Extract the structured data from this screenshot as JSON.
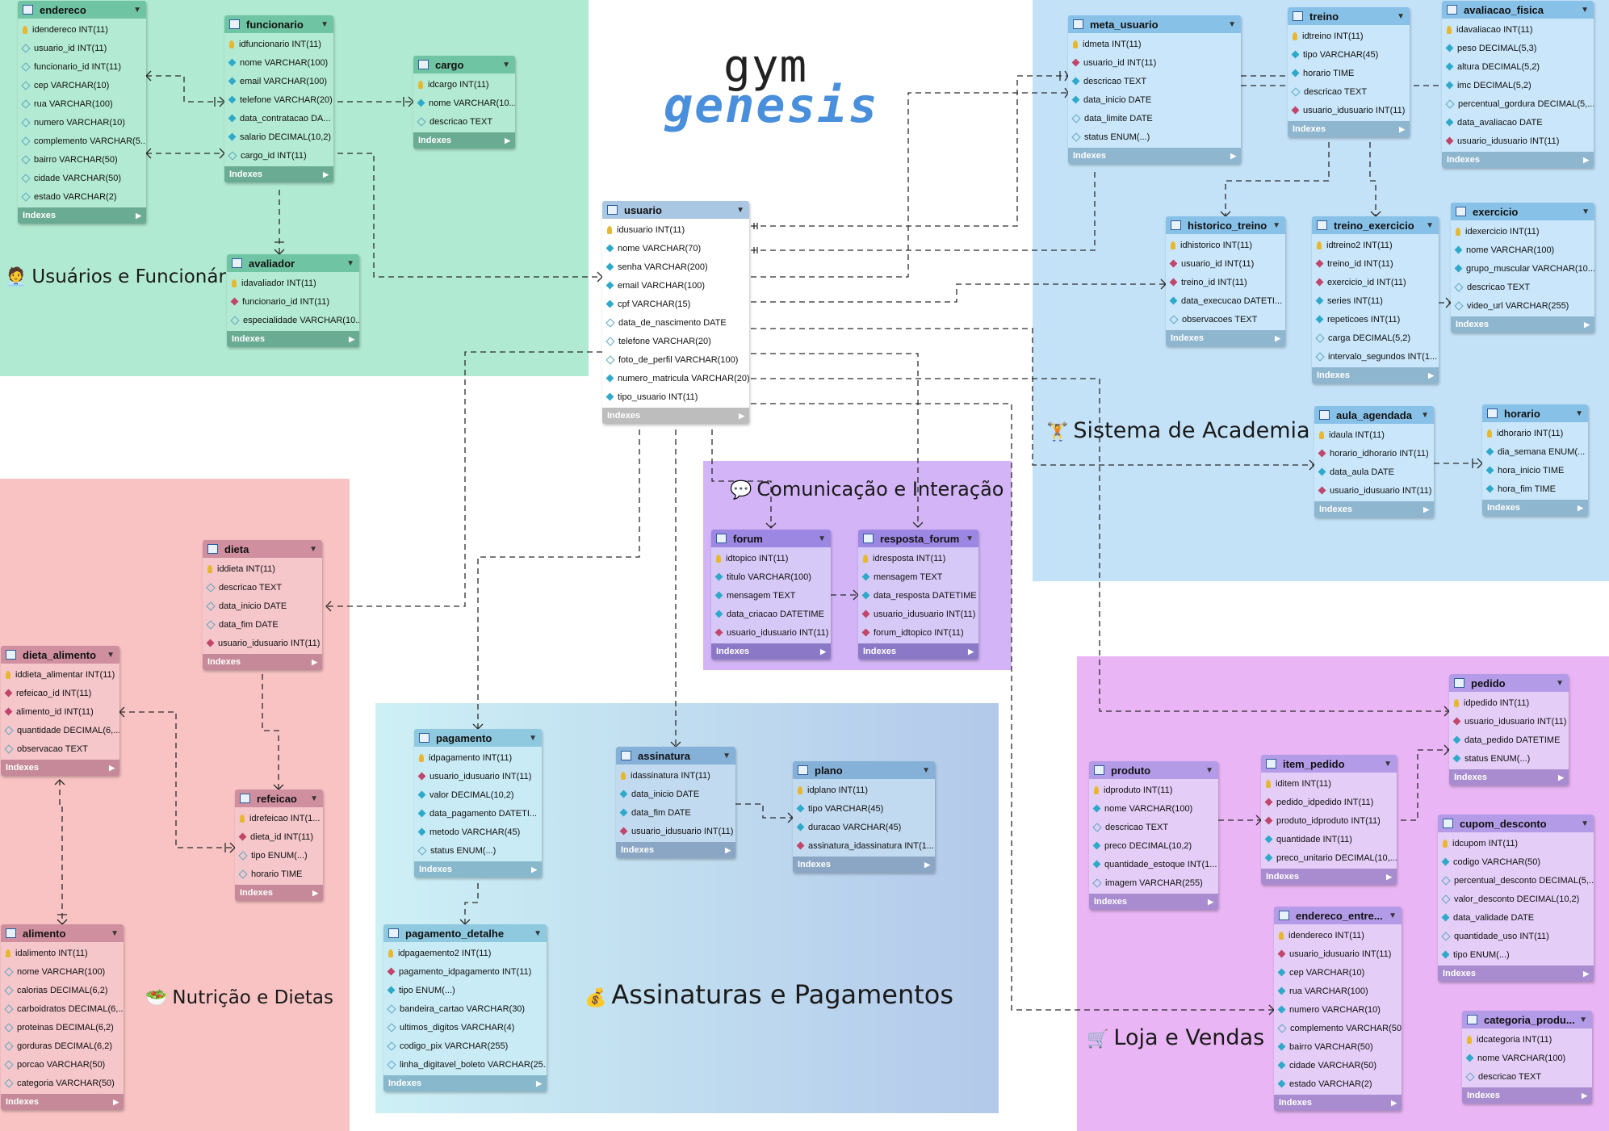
{
  "logo": {
    "line1": "gym",
    "line2": "genesis"
  },
  "regions": [
    {
      "id": "usuarios",
      "title": "Usuários e Funcionário",
      "icon": "person-icon",
      "emoji": "🧑‍💼",
      "color": "#b1ead2"
    },
    {
      "id": "academia",
      "title": "Sistema de Academia",
      "icon": "weightlifter-icon",
      "emoji": "🏋",
      "color": "#c3e2f8"
    },
    {
      "id": "comunicacao",
      "title": "Comunicação e Interação",
      "icon": "speech-bubble-icon",
      "emoji": "💬",
      "color": "#d2b4f7"
    },
    {
      "id": "nutricao",
      "title": "Nutrição e Dietas",
      "icon": "salad-icon",
      "emoji": "🥗",
      "color": "#f9c3c3"
    },
    {
      "id": "pagamentos",
      "title": "Assinaturas e Pagamentos",
      "icon": "money-bag-icon",
      "emoji": "💰",
      "color": "#c6e7f0"
    },
    {
      "id": "loja",
      "title": "Loja e Vendas",
      "icon": "shopping-cart-icon",
      "emoji": "🛒",
      "color": "#e9b5f5"
    }
  ],
  "indexes_label": "Indexes",
  "tables": [
    {
      "id": "endereco",
      "name": "endereco",
      "theme": "green",
      "columns": [
        {
          "k": "pk",
          "t": "idendereco INT(11)"
        },
        {
          "k": "col0",
          "t": "usuario_id INT(11)"
        },
        {
          "k": "col0",
          "t": "funcionario_id INT(11)"
        },
        {
          "k": "col0",
          "t": "cep VARCHAR(10)"
        },
        {
          "k": "col0",
          "t": "rua VARCHAR(100)"
        },
        {
          "k": "col0",
          "t": "numero VARCHAR(10)"
        },
        {
          "k": "col0",
          "t": "complemento VARCHAR(5..."
        },
        {
          "k": "col0",
          "t": "bairro VARCHAR(50)"
        },
        {
          "k": "col0",
          "t": "cidade VARCHAR(50)"
        },
        {
          "k": "col0",
          "t": "estado VARCHAR(2)"
        }
      ]
    },
    {
      "id": "funcionario",
      "name": "funcionario",
      "theme": "green",
      "columns": [
        {
          "k": "pk",
          "t": "idfuncionario INT(11)"
        },
        {
          "k": "nn",
          "t": "nome VARCHAR(100)"
        },
        {
          "k": "nn",
          "t": "email VARCHAR(100)"
        },
        {
          "k": "nn",
          "t": "telefone VARCHAR(20)"
        },
        {
          "k": "nn",
          "t": "data_contratacao DA..."
        },
        {
          "k": "nn",
          "t": "salario DECIMAL(10,2)"
        },
        {
          "k": "col0",
          "t": "cargo_id INT(11)"
        }
      ]
    },
    {
      "id": "cargo",
      "name": "cargo",
      "theme": "green",
      "columns": [
        {
          "k": "pk",
          "t": "idcargo INT(11)"
        },
        {
          "k": "nn",
          "t": "nome VARCHAR(10..."
        },
        {
          "k": "col0",
          "t": "descricao TEXT"
        }
      ]
    },
    {
      "id": "avaliador",
      "name": "avaliador",
      "theme": "green",
      "columns": [
        {
          "k": "pk",
          "t": "idavaliador INT(11)"
        },
        {
          "k": "fk",
          "t": "funcionario_id INT(11)"
        },
        {
          "k": "col0",
          "t": "especialidade VARCHAR(10..."
        }
      ]
    },
    {
      "id": "usuario",
      "name": "usuario",
      "theme": "white",
      "columns": [
        {
          "k": "pk",
          "t": "idusuario INT(11)"
        },
        {
          "k": "nn",
          "t": "nome VARCHAR(70)"
        },
        {
          "k": "nn",
          "t": "senha VARCHAR(200)"
        },
        {
          "k": "nn",
          "t": "email VARCHAR(100)"
        },
        {
          "k": "nn",
          "t": "cpf VARCHAR(15)"
        },
        {
          "k": "col0",
          "t": "data_de_nascimento DATE"
        },
        {
          "k": "col0",
          "t": "telefone VARCHAR(20)"
        },
        {
          "k": "col0",
          "t": "foto_de_perfil VARCHAR(100)"
        },
        {
          "k": "nn",
          "t": "numero_matricula VARCHAR(20)"
        },
        {
          "k": "nn",
          "t": "tipo_usuario INT(11)"
        }
      ]
    },
    {
      "id": "meta_usuario",
      "name": "meta_usuario",
      "theme": "blue",
      "columns": [
        {
          "k": "pk",
          "t": "idmeta INT(11)"
        },
        {
          "k": "fk",
          "t": "usuario_id INT(11)"
        },
        {
          "k": "nn",
          "t": "descricao TEXT"
        },
        {
          "k": "nn",
          "t": "data_inicio DATE"
        },
        {
          "k": "col0",
          "t": "data_limite DATE"
        },
        {
          "k": "col0",
          "t": "status ENUM(...)"
        }
      ]
    },
    {
      "id": "treino",
      "name": "treino",
      "theme": "blue",
      "columns": [
        {
          "k": "pk",
          "t": "idtreino INT(11)"
        },
        {
          "k": "nn",
          "t": "tipo VARCHAR(45)"
        },
        {
          "k": "nn",
          "t": "horario TIME"
        },
        {
          "k": "col0",
          "t": "descricao TEXT"
        },
        {
          "k": "fk",
          "t": "usuario_idusuario INT(11)"
        }
      ]
    },
    {
      "id": "avaliacao_fisica",
      "name": "avaliacao_fisica",
      "theme": "blue",
      "columns": [
        {
          "k": "pk",
          "t": "idavaliacao INT(11)"
        },
        {
          "k": "nn",
          "t": "peso DECIMAL(5,3)"
        },
        {
          "k": "nn",
          "t": "altura DECIMAL(5,2)"
        },
        {
          "k": "nn",
          "t": "imc DECIMAL(5,2)"
        },
        {
          "k": "col0",
          "t": "percentual_gordura DECIMAL(5,..."
        },
        {
          "k": "nn",
          "t": "data_avaliacao DATE"
        },
        {
          "k": "fk",
          "t": "usuario_idusuario INT(11)"
        }
      ]
    },
    {
      "id": "historico_treino",
      "name": "historico_treino",
      "theme": "blue",
      "columns": [
        {
          "k": "pk",
          "t": "idhistorico INT(11)"
        },
        {
          "k": "fk",
          "t": "usuario_id INT(11)"
        },
        {
          "k": "fk",
          "t": "treino_id INT(11)"
        },
        {
          "k": "nn",
          "t": "data_execucao DATETI..."
        },
        {
          "k": "col0",
          "t": "observacoes TEXT"
        }
      ]
    },
    {
      "id": "treino_exercicio",
      "name": "treino_exercicio",
      "theme": "blue",
      "columns": [
        {
          "k": "pk",
          "t": "idtreino2 INT(11)"
        },
        {
          "k": "fk",
          "t": "treino_id INT(11)"
        },
        {
          "k": "fk",
          "t": "exercicio_id INT(11)"
        },
        {
          "k": "nn",
          "t": "series INT(11)"
        },
        {
          "k": "nn",
          "t": "repeticoes INT(11)"
        },
        {
          "k": "col0",
          "t": "carga DECIMAL(5,2)"
        },
        {
          "k": "col0",
          "t": "intervalo_segundos INT(1..."
        }
      ]
    },
    {
      "id": "exercicio",
      "name": "exercicio",
      "theme": "blue",
      "columns": [
        {
          "k": "pk",
          "t": "idexercicio INT(11)"
        },
        {
          "k": "nn",
          "t": "nome VARCHAR(100)"
        },
        {
          "k": "nn",
          "t": "grupo_muscular VARCHAR(10..."
        },
        {
          "k": "col0",
          "t": "descricao TEXT"
        },
        {
          "k": "col0",
          "t": "video_url VARCHAR(255)"
        }
      ]
    },
    {
      "id": "aula_agendada",
      "name": "aula_agendada",
      "theme": "blue",
      "columns": [
        {
          "k": "pk",
          "t": "idaula INT(11)"
        },
        {
          "k": "fk",
          "t": "horario_idhorario INT(11)"
        },
        {
          "k": "nn",
          "t": "data_aula DATE"
        },
        {
          "k": "fk",
          "t": "usuario_idusuario INT(11)"
        }
      ]
    },
    {
      "id": "horario",
      "name": "horario",
      "theme": "blue",
      "columns": [
        {
          "k": "pk",
          "t": "idhorario INT(11)"
        },
        {
          "k": "nn",
          "t": "dia_semana ENUM(..."
        },
        {
          "k": "nn",
          "t": "hora_inicio TIME"
        },
        {
          "k": "nn",
          "t": "hora_fim TIME"
        }
      ]
    },
    {
      "id": "forum",
      "name": "forum",
      "theme": "purple",
      "columns": [
        {
          "k": "pk",
          "t": "idtopico INT(11)"
        },
        {
          "k": "nn",
          "t": "titulo VARCHAR(100)"
        },
        {
          "k": "nn",
          "t": "mensagem TEXT"
        },
        {
          "k": "nn",
          "t": "data_criacao DATETIME"
        },
        {
          "k": "fk",
          "t": "usuario_idusuario INT(11)"
        }
      ]
    },
    {
      "id": "resposta_forum",
      "name": "resposta_forum",
      "theme": "purple",
      "columns": [
        {
          "k": "pk",
          "t": "idresposta INT(11)"
        },
        {
          "k": "nn",
          "t": "mensagem TEXT"
        },
        {
          "k": "nn",
          "t": "data_resposta DATETIME"
        },
        {
          "k": "fk",
          "t": "usuario_idusuario INT(11)"
        },
        {
          "k": "fk",
          "t": "forum_idtopico INT(11)"
        }
      ]
    },
    {
      "id": "dieta",
      "name": "dieta",
      "theme": "red",
      "columns": [
        {
          "k": "pk",
          "t": "iddieta INT(11)"
        },
        {
          "k": "col0",
          "t": "descricao TEXT"
        },
        {
          "k": "col0",
          "t": "data_inicio DATE"
        },
        {
          "k": "col0",
          "t": "data_fim DATE"
        },
        {
          "k": "fk",
          "t": "usuario_idusuario INT(11)"
        }
      ]
    },
    {
      "id": "dieta_alimento",
      "name": "dieta_alimento",
      "theme": "red",
      "columns": [
        {
          "k": "pk",
          "t": "iddieta_alimentar INT(11)"
        },
        {
          "k": "fk",
          "t": "refeicao_id INT(11)"
        },
        {
          "k": "fk",
          "t": "alimento_id INT(11)"
        },
        {
          "k": "col0",
          "t": "quantidade DECIMAL(6,..."
        },
        {
          "k": "col0",
          "t": "observacao TEXT"
        }
      ]
    },
    {
      "id": "refeicao",
      "name": "refeicao",
      "theme": "red",
      "columns": [
        {
          "k": "pk",
          "t": "idrefeicao INT(1..."
        },
        {
          "k": "fk",
          "t": "dieta_id INT(11)"
        },
        {
          "k": "col0",
          "t": "tipo ENUM(...)"
        },
        {
          "k": "col0",
          "t": "horario TIME"
        }
      ]
    },
    {
      "id": "alimento",
      "name": "alimento",
      "theme": "red",
      "columns": [
        {
          "k": "pk",
          "t": "idalimento INT(11)"
        },
        {
          "k": "col0",
          "t": "nome VARCHAR(100)"
        },
        {
          "k": "col0",
          "t": "calorias DECIMAL(6,2)"
        },
        {
          "k": "col0",
          "t": "carboidratos DECIMAL(6,..."
        },
        {
          "k": "col0",
          "t": "proteinas DECIMAL(6,2)"
        },
        {
          "k": "col0",
          "t": "gorduras DECIMAL(6,2)"
        },
        {
          "k": "col0",
          "t": "porcao VARCHAR(50)"
        },
        {
          "k": "col0",
          "t": "categoria VARCHAR(50)"
        }
      ]
    },
    {
      "id": "pagamento",
      "name": "pagamento",
      "theme": "cyan",
      "columns": [
        {
          "k": "pk",
          "t": "idpagamento INT(11)"
        },
        {
          "k": "fk",
          "t": "usuario_idusuario INT(11)"
        },
        {
          "k": "nn",
          "t": "valor DECIMAL(10,2)"
        },
        {
          "k": "nn",
          "t": "data_pagamento DATETI..."
        },
        {
          "k": "nn",
          "t": "metodo VARCHAR(45)"
        },
        {
          "k": "col0",
          "t": "status ENUM(...)"
        }
      ]
    },
    {
      "id": "pagamento_detalhe",
      "name": "pagamento_detalhe",
      "theme": "cyan",
      "columns": [
        {
          "k": "pk",
          "t": "idpagaemento2 INT(11)"
        },
        {
          "k": "fk",
          "t": "pagamento_idpagamento INT(11)"
        },
        {
          "k": "nn",
          "t": "tipo ENUM(...)"
        },
        {
          "k": "col0",
          "t": "bandeira_cartao VARCHAR(30)"
        },
        {
          "k": "col0",
          "t": "ultimos_digitos VARCHAR(4)"
        },
        {
          "k": "col0",
          "t": "codigo_pix VARCHAR(255)"
        },
        {
          "k": "col0",
          "t": "linha_digitavel_boleto VARCHAR(25..."
        }
      ]
    },
    {
      "id": "assinatura",
      "name": "assinatura",
      "theme": "steel",
      "columns": [
        {
          "k": "pk",
          "t": "idassinatura INT(11)"
        },
        {
          "k": "nn",
          "t": "data_inicio DATE"
        },
        {
          "k": "nn",
          "t": "data_fim DATE"
        },
        {
          "k": "fk",
          "t": "usuario_idusuario INT(11)"
        }
      ]
    },
    {
      "id": "plano",
      "name": "plano",
      "theme": "steel",
      "columns": [
        {
          "k": "pk",
          "t": "idplano INT(11)"
        },
        {
          "k": "nn",
          "t": "tipo VARCHAR(45)"
        },
        {
          "k": "nn",
          "t": "duracao VARCHAR(45)"
        },
        {
          "k": "fk",
          "t": "assinatura_idassinatura INT(1..."
        }
      ]
    },
    {
      "id": "pedido",
      "name": "pedido",
      "theme": "violet",
      "columns": [
        {
          "k": "pk",
          "t": "idpedido INT(11)"
        },
        {
          "k": "fk",
          "t": "usuario_idusuario INT(11)"
        },
        {
          "k": "nn",
          "t": "data_pedido DATETIME"
        },
        {
          "k": "nn",
          "t": "status ENUM(...)"
        }
      ]
    },
    {
      "id": "produto",
      "name": "produto",
      "theme": "violet",
      "columns": [
        {
          "k": "pk",
          "t": "idproduto INT(11)"
        },
        {
          "k": "nn",
          "t": "nome VARCHAR(100)"
        },
        {
          "k": "col0",
          "t": "descricao TEXT"
        },
        {
          "k": "nn",
          "t": "preco DECIMAL(10,2)"
        },
        {
          "k": "nn",
          "t": "quantidade_estoque INT(1..."
        },
        {
          "k": "col0",
          "t": "imagem VARCHAR(255)"
        }
      ]
    },
    {
      "id": "item_pedido",
      "name": "item_pedido",
      "theme": "violet",
      "columns": [
        {
          "k": "pk",
          "t": "iditem INT(11)"
        },
        {
          "k": "fk",
          "t": "pedido_idpedido INT(11)"
        },
        {
          "k": "fk",
          "t": "produto_idproduto INT(11)"
        },
        {
          "k": "nn",
          "t": "quantidade INT(11)"
        },
        {
          "k": "nn",
          "t": "preco_unitario DECIMAL(10,..."
        }
      ]
    },
    {
      "id": "cupom_desconto",
      "name": "cupom_desconto",
      "theme": "violet",
      "columns": [
        {
          "k": "pk",
          "t": "idcupom INT(11)"
        },
        {
          "k": "nn",
          "t": "codigo VARCHAR(50)"
        },
        {
          "k": "col0",
          "t": "percentual_desconto DECIMAL(5,..."
        },
        {
          "k": "col0",
          "t": "valor_desconto DECIMAL(10,2)"
        },
        {
          "k": "nn",
          "t": "data_validade DATE"
        },
        {
          "k": "col0",
          "t": "quantidade_uso INT(11)"
        },
        {
          "k": "nn",
          "t": "tipo ENUM(...)"
        }
      ]
    },
    {
      "id": "endereco_entrega",
      "name": "endereco_entre...",
      "theme": "violet",
      "columns": [
        {
          "k": "pk",
          "t": "idendereco INT(11)"
        },
        {
          "k": "fk",
          "t": "usuario_idusuario INT(11)"
        },
        {
          "k": "nn",
          "t": "cep VARCHAR(10)"
        },
        {
          "k": "nn",
          "t": "rua VARCHAR(100)"
        },
        {
          "k": "nn",
          "t": "numero VARCHAR(10)"
        },
        {
          "k": "col0",
          "t": "complemento VARCHAR(50)"
        },
        {
          "k": "nn",
          "t": "bairro VARCHAR(50)"
        },
        {
          "k": "nn",
          "t": "cidade VARCHAR(50)"
        },
        {
          "k": "nn",
          "t": "estado VARCHAR(2)"
        }
      ]
    },
    {
      "id": "categoria_produto",
      "name": "categoria_produ...",
      "theme": "violet",
      "columns": [
        {
          "k": "pk",
          "t": "idcategoria INT(11)"
        },
        {
          "k": "nn",
          "t": "nome VARCHAR(100)"
        },
        {
          "k": "col0",
          "t": "descricao TEXT"
        }
      ]
    }
  ],
  "themes": {
    "green": {
      "head": "#6fc4a4",
      "body": "#b3ead3",
      "foot": "#6aab94"
    },
    "white": {
      "head": "#a9c6e2",
      "body": "#ffffff",
      "foot": "#bdbdbd"
    },
    "blue": {
      "head": "#88c1e8",
      "body": "#c9e6fa",
      "foot": "#8fb6cf"
    },
    "purple": {
      "head": "#9c87e2",
      "body": "#d7c9f7",
      "foot": "#8b79c7"
    },
    "red": {
      "head": "#cf8f9f",
      "body": "#f5c6ca",
      "foot": "#c6899a"
    },
    "cyan": {
      "head": "#8ec9e0",
      "body": "#c9ebf5",
      "foot": "#88b8cc"
    },
    "steel": {
      "head": "#85b0d8",
      "body": "#c2daef",
      "foot": "#8aa6c4"
    },
    "violet": {
      "head": "#b39be8",
      "body": "#e4cdf6",
      "foot": "#a88ccf"
    }
  }
}
